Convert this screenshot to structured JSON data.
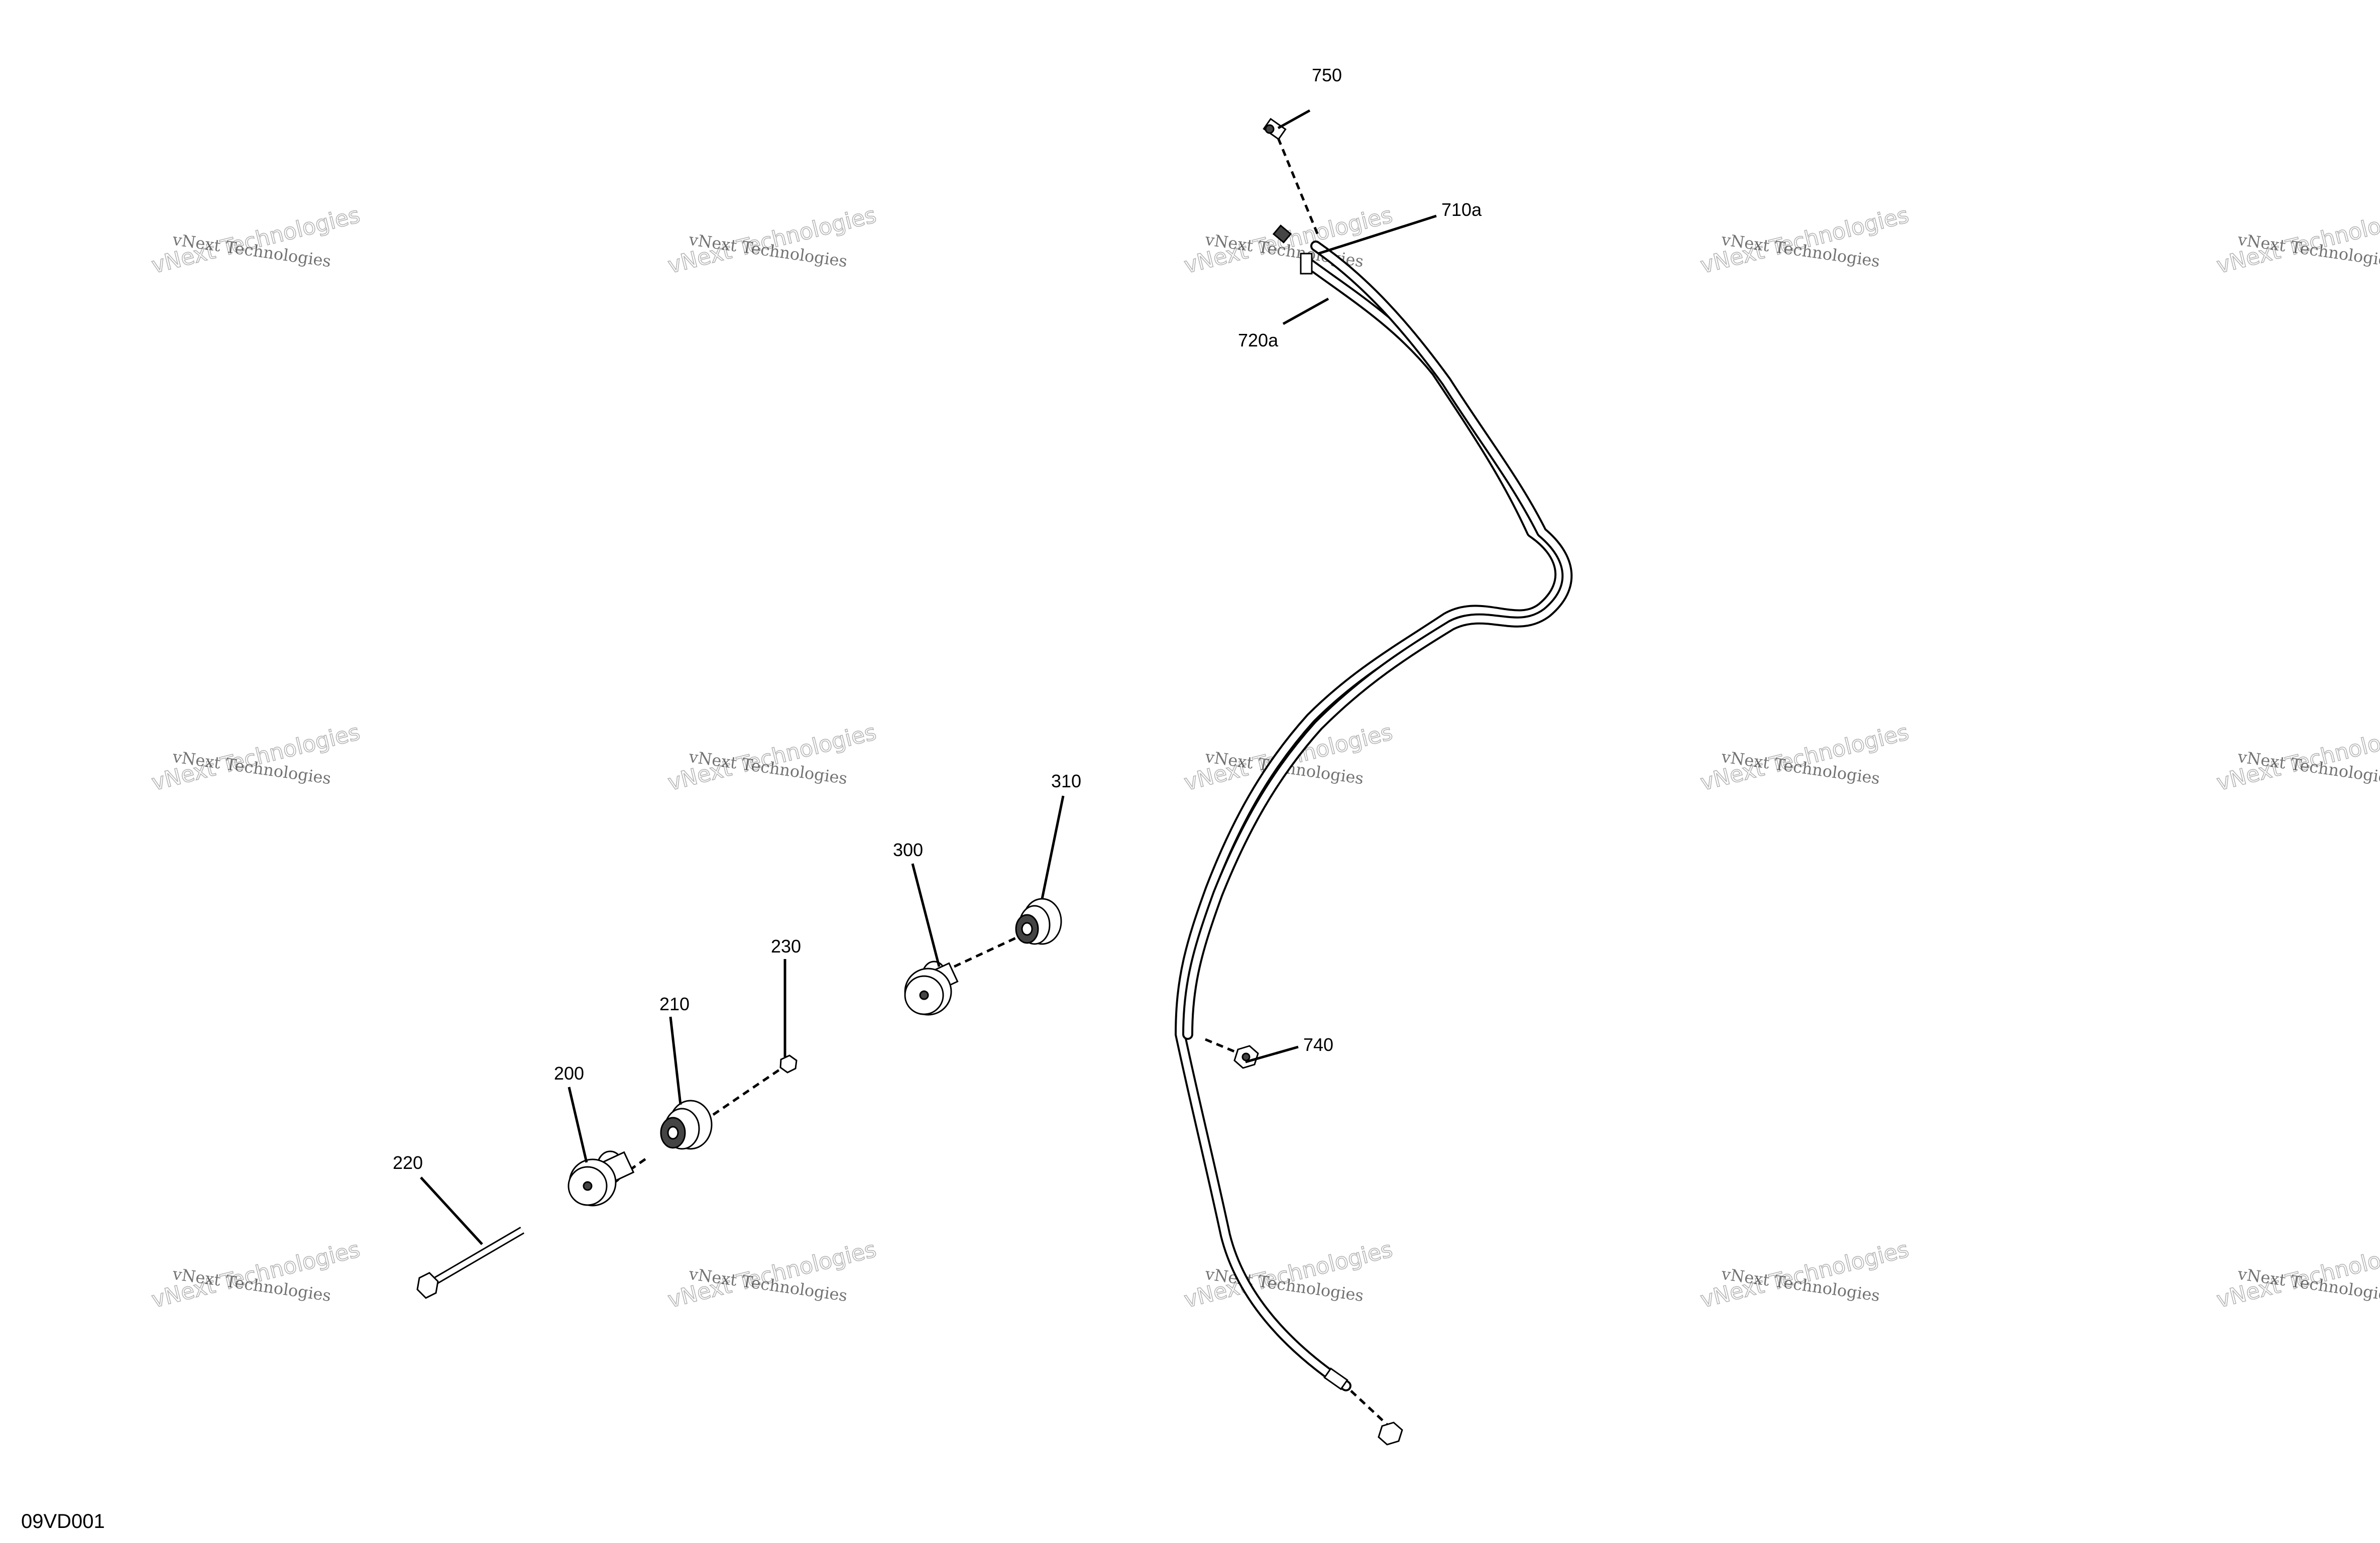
{
  "figure_code": "09VD001",
  "watermark": {
    "line1": "vNext Technologies",
    "line2": "vNext Technologies"
  },
  "callouts": {
    "c750": "750",
    "c710a": "710a",
    "c720a": "720a",
    "c310": "310",
    "c300": "300",
    "c230": "230",
    "c210": "210",
    "c200": "200",
    "c220": "220",
    "c740": "740"
  }
}
